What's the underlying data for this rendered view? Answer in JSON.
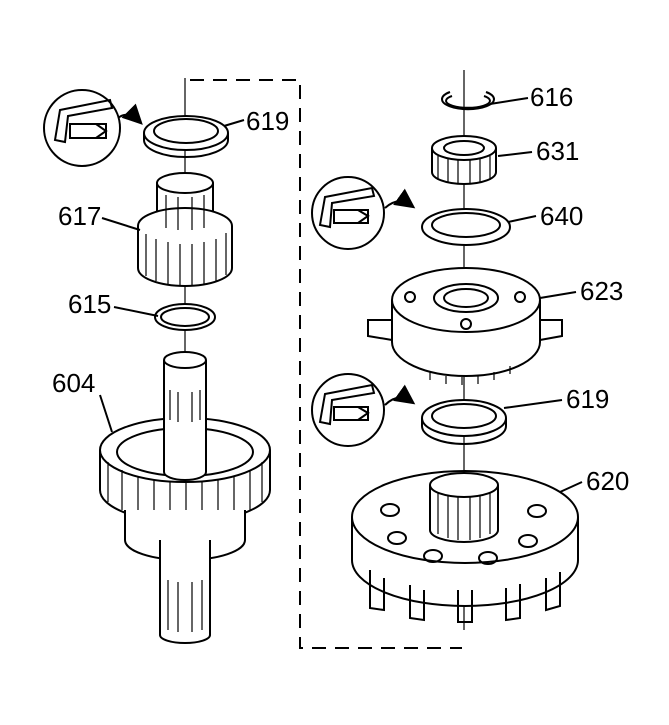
{
  "labels": {
    "l619a": "619",
    "l617": "617",
    "l615": "615",
    "l604": "604",
    "l616": "616",
    "l631": "631",
    "l640": "640",
    "l623": "623",
    "l619b": "619",
    "l620": "620"
  },
  "colors": {
    "line": "#000000",
    "paper": "#ffffff"
  }
}
